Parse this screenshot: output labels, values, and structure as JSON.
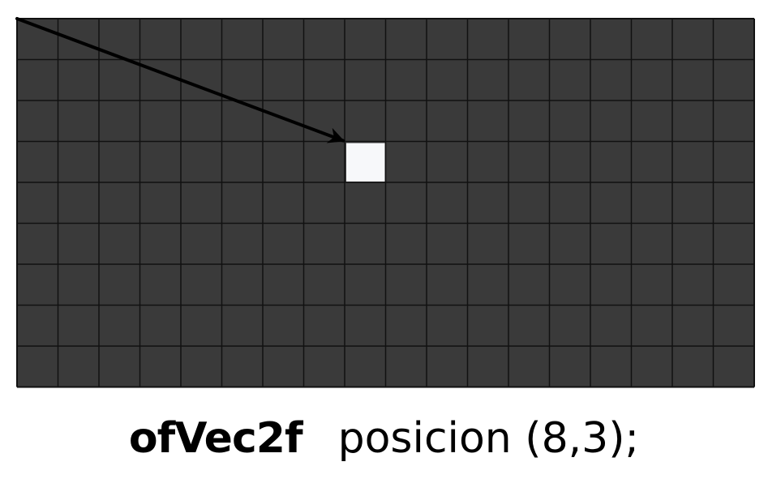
{
  "diagram": {
    "grid": {
      "columns": 18,
      "rows": 9,
      "cell_color": "#3a3a3a",
      "line_color": "#111111",
      "highlight_color": "#f7f8fa"
    },
    "highlight_cell": {
      "col": 8,
      "row": 3
    },
    "arrow": {
      "from": {
        "col": 0,
        "row": 0
      },
      "to": {
        "col": 8,
        "row": 3
      },
      "color": "#000000"
    }
  },
  "caption": {
    "type_name": "ofVec2f",
    "declaration": "posicion (8,3);"
  }
}
